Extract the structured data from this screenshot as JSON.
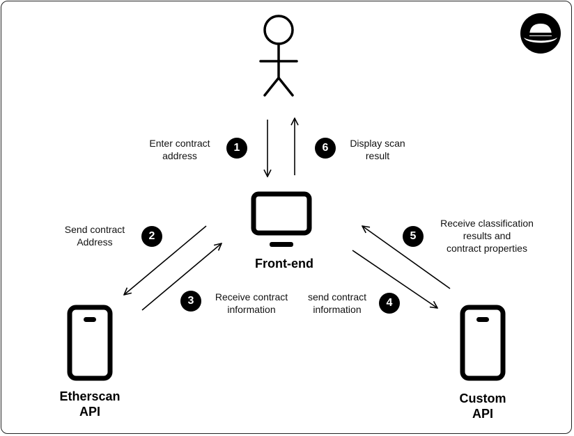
{
  "nodes": {
    "frontend": "Front-end",
    "etherscan": "Etherscan\nAPI",
    "custom": "Custom\nAPI"
  },
  "steps": [
    {
      "num": "1",
      "label": "Enter contract\naddress"
    },
    {
      "num": "2",
      "label": "Send contract\nAddress"
    },
    {
      "num": "3",
      "label": "Receive contract\ninformation"
    },
    {
      "num": "4",
      "label": "send contract\ninformation"
    },
    {
      "num": "5",
      "label": "Receive classification\nresults and\ncontract properties"
    },
    {
      "num": "6",
      "label": "Display scan\nresult"
    }
  ],
  "icons": {
    "user": "stick-figure-icon",
    "frontend": "monitor-icon",
    "etherscan": "phone-icon",
    "custom": "phone-icon",
    "logo": "hat-logo-icon"
  },
  "colors": {
    "stroke": "#000000",
    "background": "#ffffff"
  }
}
